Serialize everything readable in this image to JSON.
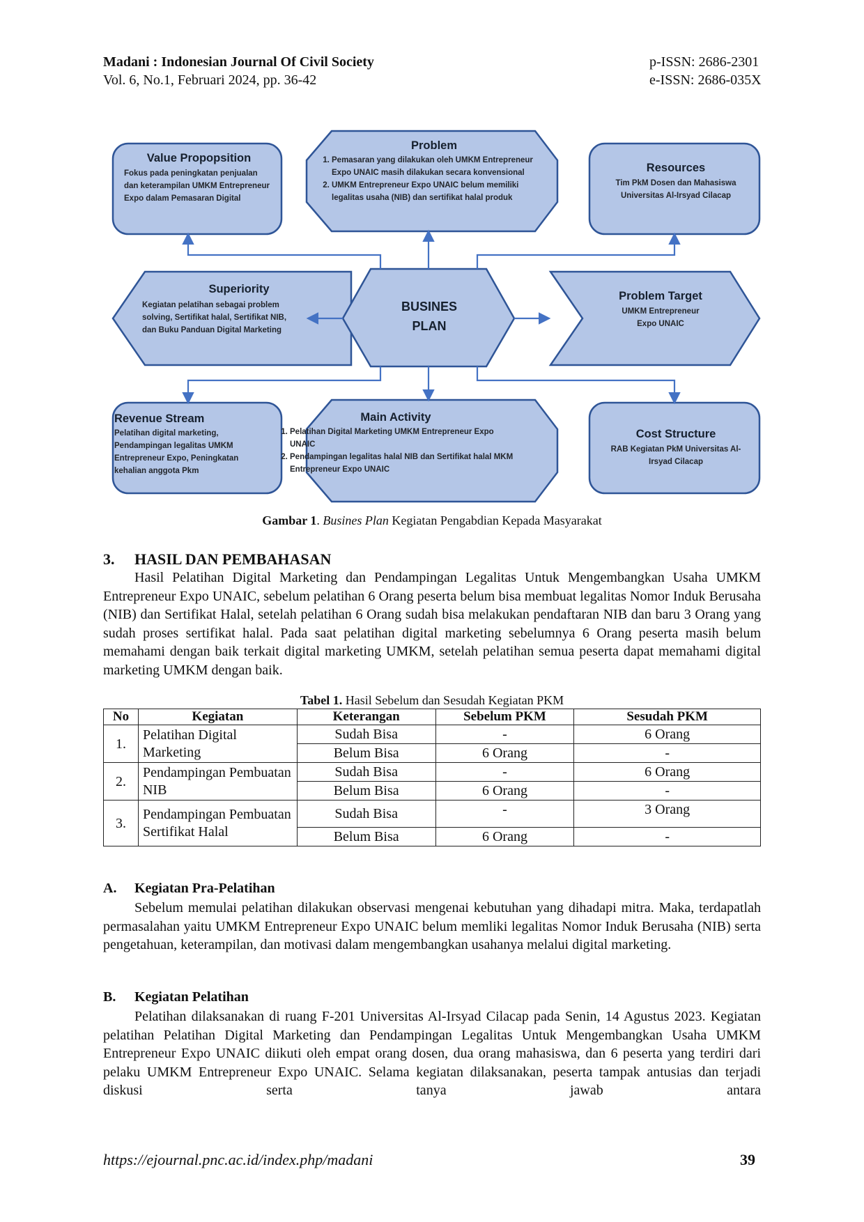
{
  "header": {
    "journal": "Madani : Indonesian Journal Of Civil Society",
    "volume": "Vol. 6, No.1, Februari 2024, pp. 36-42",
    "pissn": "p-ISSN: 2686-2301",
    "eissn": "e-ISSN: 2686-035X"
  },
  "diagram": {
    "colors": {
      "fill": "#b4c6e7",
      "stroke": "#2f5597",
      "arrow": "#4472c4"
    },
    "value_proposition": {
      "title": "Value Propopsition",
      "desc": "Fokus pada peningkatan penjualan dan keterampilan UMKM Entrepreneur Expo dalam Pemasaran Digital"
    },
    "problem": {
      "title": "Problem",
      "items": [
        "Pemasaran yang dilakukan oleh UMKM Entrepreneur Expo UNAIC masih dilakukan secara konvensional",
        "UMKM Entrepreneur Expo UNAIC belum memiliki legalitas usaha (NIB) dan sertifikat halal produk"
      ]
    },
    "resources": {
      "title": "Resources",
      "desc": "Tim PkM Dosen dan Mahasiswa Universitas Al-Irsyad Cilacap"
    },
    "superiority": {
      "title": "Superiority",
      "desc": "Kegiatan pelatihan sebagai problem solving, Sertifikat halal, Sertifikat NIB, dan Buku Panduan Digital Marketing"
    },
    "center": {
      "line1": "BUSINES",
      "line2": "PLAN"
    },
    "problem_target": {
      "title": "Problem Target",
      "desc": "UMKM Entrepreneur Expo UNAIC"
    },
    "revenue_stream": {
      "title": "Revenue Stream",
      "desc": "Pelatihan digital marketing, Pendampingan legalitas UMKM Entrepreneur Expo, Peningkatan kehalian anggota Pkm"
    },
    "main_activity": {
      "title": "Main Activity",
      "items": [
        "Pelatihan Digital Marketing UMKM Entrepreneur Expo UNAIC",
        "Pendampingan legalitas halal NIB dan Sertifikat halal MKM Entrepreneur Expo UNAIC"
      ]
    },
    "cost_structure": {
      "title": "Cost Structure",
      "desc": "RAB Kegiatan PkM Universitas Al-Irsyad Cilacap"
    }
  },
  "figure_caption": {
    "label": "Gambar 1",
    "italic": "Busines Plan",
    "rest": " Kegiatan Pengabdian Kepada Masyarakat"
  },
  "section3": {
    "heading_num": "3.",
    "heading": "HASIL DAN PEMBAHASAN",
    "para": "Hasil Pelatihan Digital Marketing dan Pendampingan Legalitas Untuk Mengembangkan Usaha UMKM Entrepreneur Expo UNAIC, sebelum pelatihan 6 Orang peserta belum bisa membuat legalitas Nomor Induk Berusaha (NIB) dan Sertifikat Halal, setelah pelatihan 6 Orang sudah bisa melakukan pendaftaran NIB dan baru 3 Orang yang sudah proses sertifikat halal. Pada saat pelatihan digital marketing sebelumnya 6 Orang peserta masih belum memahami dengan baik terkait digital marketing UMKM, setelah pelatihan semua peserta dapat memahami digital marketing UMKM dengan baik."
  },
  "table1": {
    "caption_label": "Tabel 1.",
    "caption_rest": " Hasil Sebelum dan Sesudah Kegiatan PKM",
    "headers": [
      "No",
      "Kegiatan",
      "Keterangan",
      "Sebelum PKM",
      "Sesudah PKM"
    ],
    "groups": [
      {
        "no": "1.",
        "kegiatan": "Pelatihan Digital Marketing",
        "rows": [
          [
            "Sudah Bisa",
            "-",
            "6 Orang"
          ],
          [
            "Belum Bisa",
            "6 Orang",
            "-"
          ]
        ]
      },
      {
        "no": "2.",
        "kegiatan": "Pendampingan Pembuatan NIB",
        "rows": [
          [
            "Sudah Bisa",
            "-",
            "6 Orang"
          ],
          [
            "Belum Bisa",
            "6 Orang",
            "-"
          ]
        ]
      },
      {
        "no": "3.",
        "kegiatan": "Pendampingan Pembuatan Sertifikat Halal",
        "rows": [
          [
            "Sudah Bisa",
            "-",
            "3 Orang"
          ],
          [
            "Belum Bisa",
            "6 Orang",
            "-"
          ]
        ]
      }
    ]
  },
  "sectionA": {
    "heading_num": "A.",
    "heading": "Kegiatan Pra-Pelatihan",
    "para": "Sebelum memulai pelatihan dilakukan observasi mengenai kebutuhan yang dihadapi mitra. Maka, terdapatlah permasalahan yaitu UMKM Entrepreneur Expo UNAIC belum memliki legalitas Nomor Induk Berusaha (NIB) serta pengetahuan, keterampilan, dan motivasi dalam mengembangkan usahanya melalui digital marketing."
  },
  "sectionB": {
    "heading_num": "B.",
    "heading": "Kegiatan Pelatihan",
    "para": "Pelatihan dilaksanakan di ruang F-201 Universitas Al-Irsyad Cilacap pada Senin, 14 Agustus 2023. Kegiatan pelatihan Pelatihan Digital Marketing dan Pendampingan Legalitas Untuk Mengembangkan Usaha UMKM Entrepreneur Expo UNAIC diikuti oleh empat orang dosen, dua orang mahasiswa, dan 6 peserta yang terdiri dari pelaku UMKM Entrepreneur Expo UNAIC. Selama kegiatan dilaksanakan, peserta tampak antusias dan terjadi diskusi serta tanya jawab antara"
  },
  "footer": {
    "url": "https://ejournal.pnc.ac.id/index.php/madani",
    "page": "39"
  }
}
